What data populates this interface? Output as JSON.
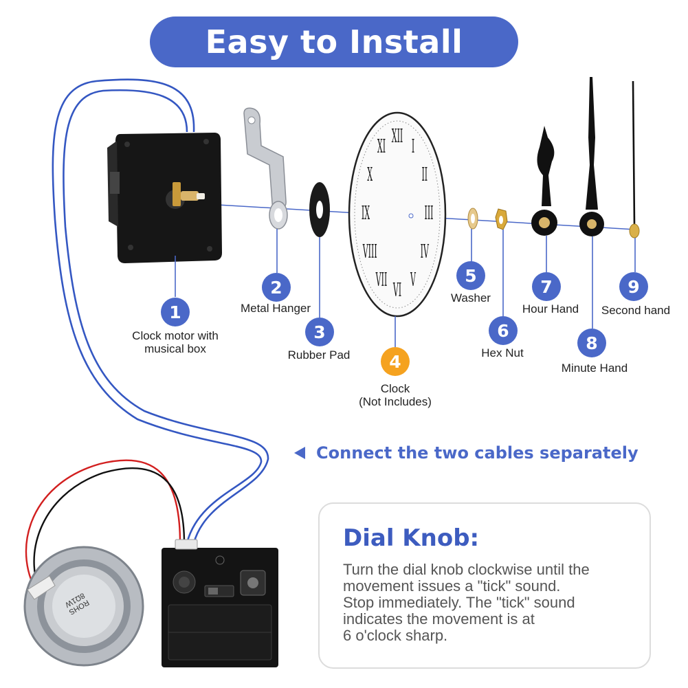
{
  "title": "Easy to Install",
  "parts": [
    {
      "num": "1",
      "label_lines": [
        "Clock motor with",
        "musical box"
      ]
    },
    {
      "num": "2",
      "label_lines": [
        "Metal Hanger"
      ]
    },
    {
      "num": "3",
      "label_lines": [
        "Rubber Pad"
      ]
    },
    {
      "num": "4",
      "label_lines": [
        "Clock",
        "(Not Includes)"
      ]
    },
    {
      "num": "5",
      "label_lines": [
        "Washer"
      ]
    },
    {
      "num": "6",
      "label_lines": [
        "Hex Nut"
      ]
    },
    {
      "num": "7",
      "label_lines": [
        "Hour Hand"
      ]
    },
    {
      "num": "8",
      "label_lines": [
        "Minute Hand"
      ]
    },
    {
      "num": "9",
      "label_lines": [
        "Second hand"
      ]
    }
  ],
  "clock_face_numerals": [
    "XII",
    "I",
    "II",
    "III",
    "IV",
    "V",
    "VI",
    "VII",
    "VIII",
    "IX",
    "X",
    "XI"
  ],
  "cable_note": "Connect the two cables separately",
  "dial_knob": {
    "title": "Dial Knob:",
    "body_lines": [
      "Turn the dial knob clockwise until the",
      "movement issues a \"tick\" sound.",
      "Stop immediately. The \"tick\" sound",
      "indicates the movement is at",
      "6 o'clock sharp."
    ]
  },
  "speaker_print": [
    "ROHS",
    "8Ω1W"
  ],
  "colors": {
    "accent": "#4a68c8",
    "highlight": "#f5a21f",
    "wire_blue": "#3457c2",
    "wire_red": "#d21f1f",
    "text": "#222222"
  }
}
